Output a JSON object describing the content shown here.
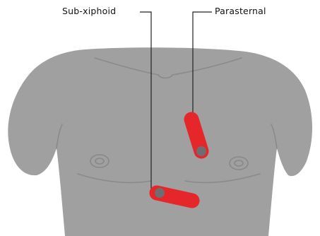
{
  "labels": {
    "subxiphoid": "Sub-xiphoid",
    "parasternal": "Parasternal"
  },
  "colors": {
    "torso": "#a0a0a0",
    "torso_line": "#8a8a8a",
    "nipple": "#888888",
    "probe": "#e5262b",
    "probe_tip": "#6e6e6e",
    "leader_line": "#222222"
  },
  "icons": {
    "parasternal_probe": "ultrasound-probe",
    "subxiphoid_probe": "ultrasound-probe"
  }
}
